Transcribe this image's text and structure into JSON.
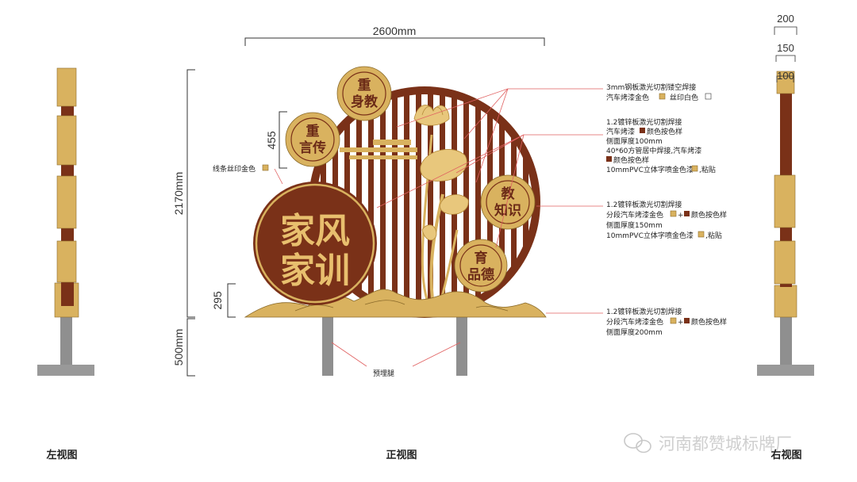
{
  "dimensions": {
    "width_total": "2600mm",
    "height_total": "2170mm",
    "height_badge": "455",
    "height_base": "295",
    "height_legs": "500mm",
    "right_top_200": "200",
    "right_top_150": "150",
    "right_top_100": "100"
  },
  "sign": {
    "badge_top": [
      "重",
      "身教"
    ],
    "badge_left": [
      "重",
      "言传"
    ],
    "badge_right": [
      "教",
      "知识"
    ],
    "badge_bottom": [
      "育",
      "品德"
    ],
    "main_line1": "家风",
    "main_line2": "家训"
  },
  "annotations": {
    "note1": [
      "3mm钢板激光切割镂空焊接",
      "汽车烤漆金色",
      "丝印白色"
    ],
    "note2": [
      "1.2镀锌板激光切割焊接",
      "汽车烤漆",
      "颜色按色样",
      "侧面厚度100mm",
      "40*60方管居中焊接,汽车烤漆",
      "颜色按色样",
      "10mmPVC立体字喷金色漆",
      ",粘贴"
    ],
    "note3": [
      "1.2镀锌板激光切割焊接",
      "分段汽车烤漆金色",
      "+",
      "颜色按色样",
      "侧面厚度150mm",
      "10mmPVC立体字喷金色漆",
      ",粘贴"
    ],
    "note4": [
      "1.2镀锌板激光切割焊接",
      "分段汽车烤漆金色",
      "+",
      "颜色按色样",
      "侧面厚度200mm"
    ],
    "left_label": "线条丝印金色",
    "legs_label": "预埋腿"
  },
  "captions": {
    "left": "左视图",
    "front": "正视图",
    "right": "右视图"
  },
  "watermark": "河南都赞城标牌厂",
  "colors": {
    "brown": "#7a3118",
    "gold": "#d9b25f",
    "gold_light": "#e8c77c",
    "leg_gray": "#909090",
    "foot_gray": "#999999"
  }
}
